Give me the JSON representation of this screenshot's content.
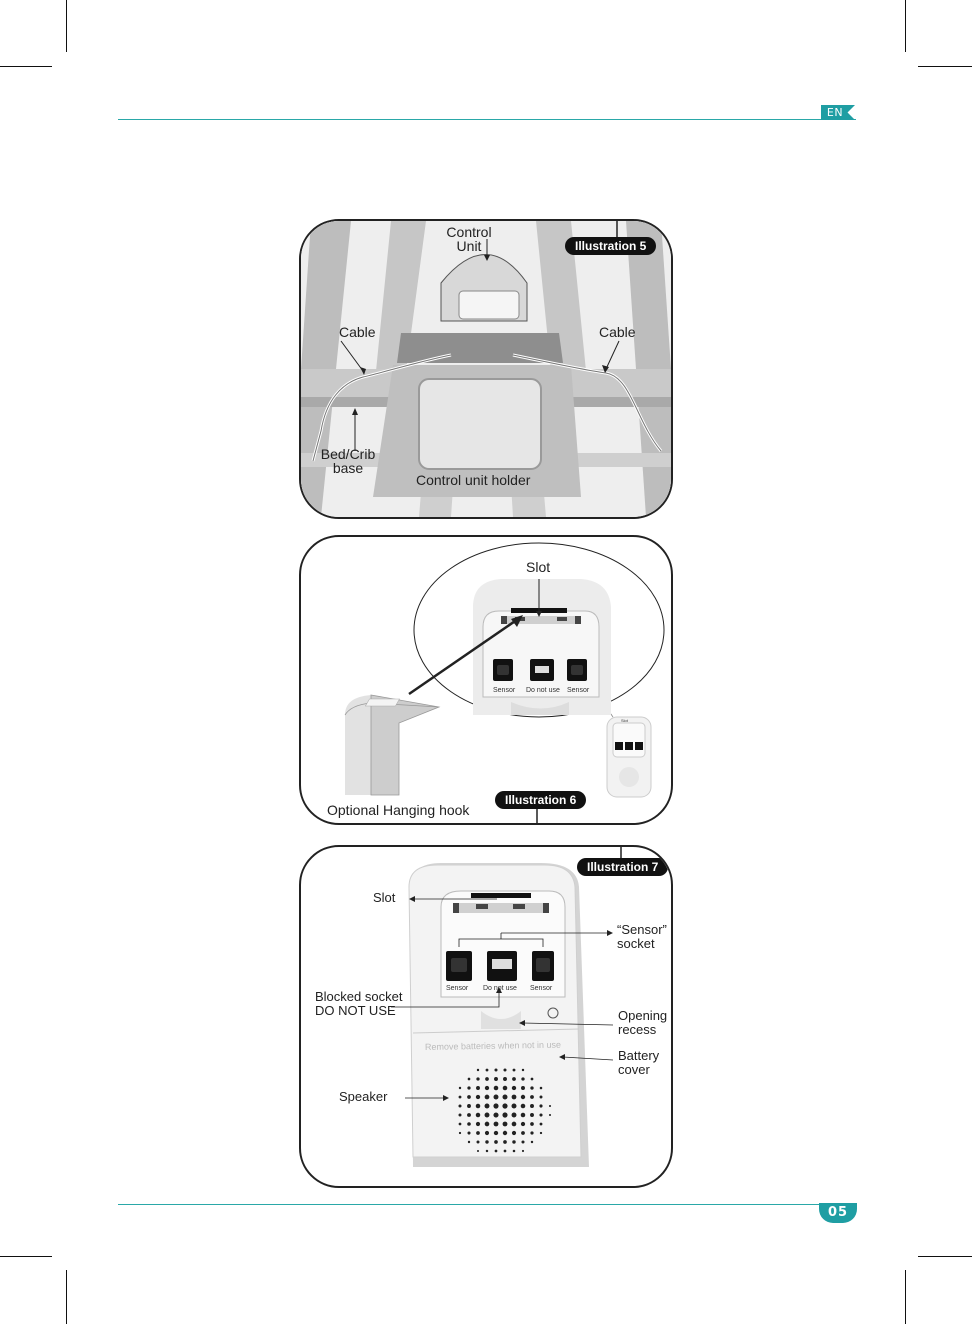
{
  "header": {
    "language": "EN"
  },
  "footer": {
    "page_number": "05"
  },
  "illustration5": {
    "badge": "Illustration 5",
    "control_unit": "Control\nUnit",
    "cable_left": "Cable",
    "cable_right": "Cable",
    "bed_crib_base": "Bed/Crib\nbase",
    "control_unit_holder": "Control unit holder"
  },
  "illustration6": {
    "badge": "Illustration 6",
    "slot": "Slot",
    "hanging_hook": "Optional Hanging hook",
    "sockets": [
      "Sensor",
      "Do not use",
      "Sensor"
    ]
  },
  "illustration7": {
    "badge": "Illustration 7",
    "slot": "Slot",
    "sensor_socket": "“Sensor”\nsocket",
    "blocked_socket": "Blocked socket\nDO NOT USE",
    "opening_recess": "Opening\nrecess",
    "battery_cover": "Battery\ncover",
    "speaker": "Speaker",
    "remove_batteries": "Remove batteries when not in use",
    "sockets": [
      "Sensor",
      "Do not use",
      "Sensor"
    ]
  }
}
